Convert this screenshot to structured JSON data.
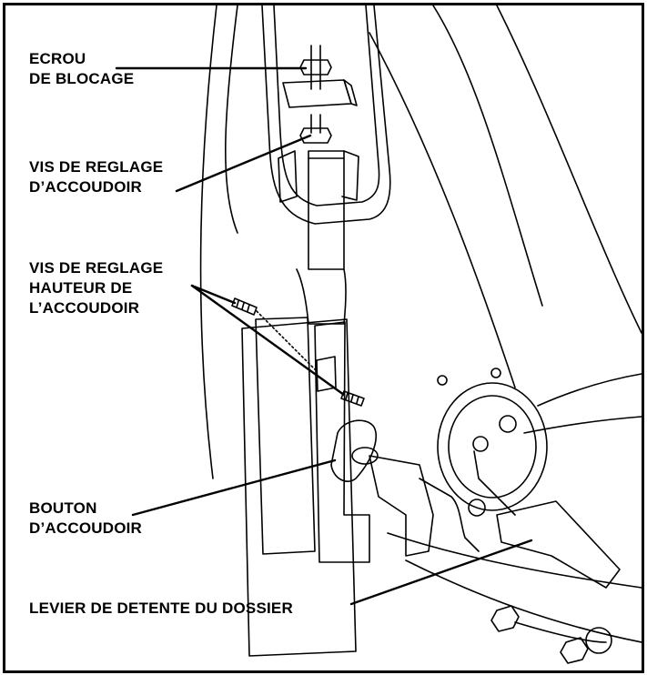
{
  "labels": {
    "lock_nut_line1": "ECROU",
    "lock_nut_line2": "DE BLOCAGE",
    "armrest_screw_line1": "VIS DE REGLAGE",
    "armrest_screw_line2": "D’ACCOUDOIR",
    "height_screw_line1": "VIS DE REGLAGE",
    "height_screw_line2": "HAUTEUR DE",
    "height_screw_line3": "L’ACCOUDOIR",
    "knob_line1": "BOUTON",
    "knob_line2": "D’ACCOUDOIR",
    "release_lever": "LEVIER DE DETENTE DU DOSSIER"
  },
  "colors": {
    "ink": "#000000",
    "paper": "#ffffff"
  }
}
